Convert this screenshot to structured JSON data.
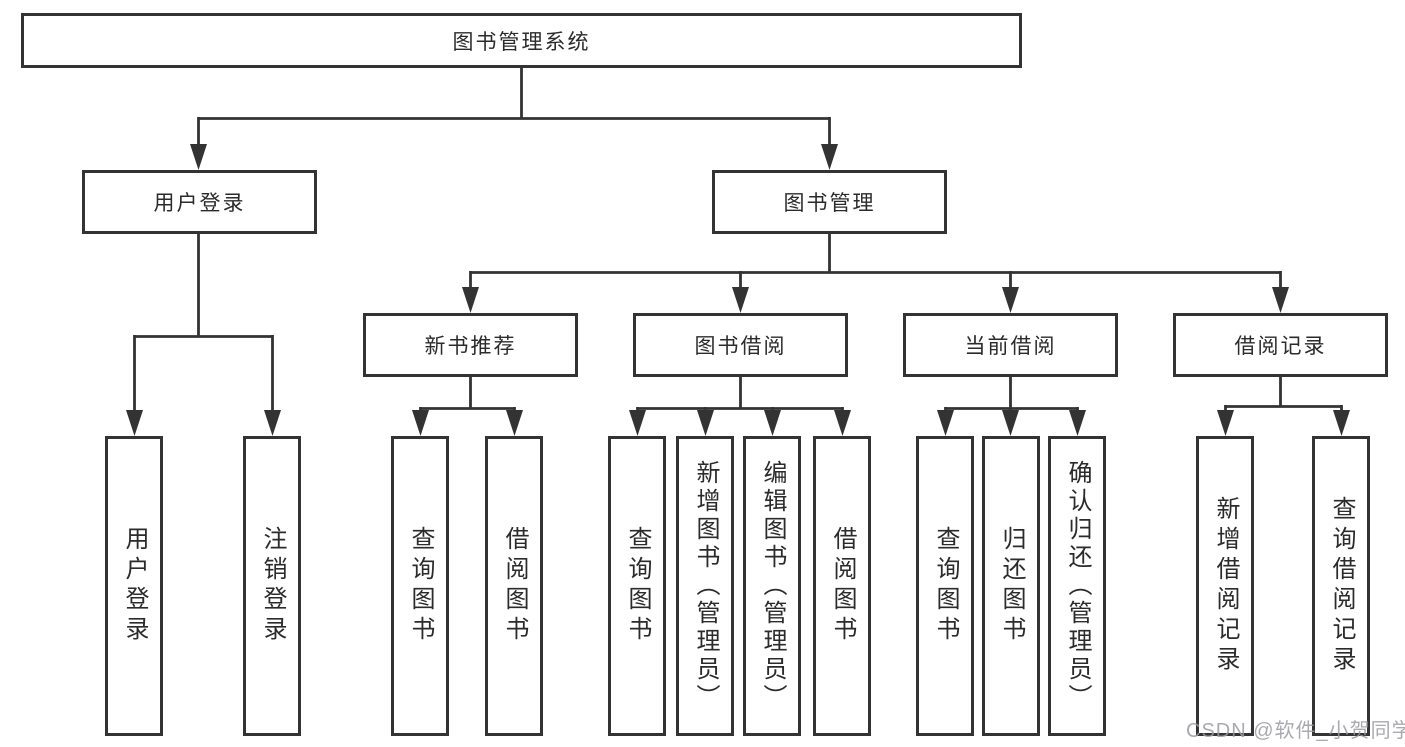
{
  "diagram": {
    "root": {
      "label": "图书管理系统"
    },
    "level2": [
      {
        "label": "用户登录"
      },
      {
        "label": "图书管理"
      }
    ],
    "level3": [
      {
        "label": "新书推荐",
        "parent": "图书管理"
      },
      {
        "label": "图书借阅",
        "parent": "图书管理"
      },
      {
        "label": "当前借阅",
        "parent": "图书管理"
      },
      {
        "label": "借阅记录",
        "parent": "图书管理"
      }
    ],
    "leaves": [
      {
        "label": "用户登录",
        "parent": "用户登录"
      },
      {
        "label": "注销登录",
        "parent": "用户登录"
      },
      {
        "label": "查询图书",
        "parent": "新书推荐"
      },
      {
        "label": "借阅图书",
        "parent": "新书推荐"
      },
      {
        "label": "查询图书",
        "parent": "图书借阅"
      },
      {
        "label": "新增图书（管理员）",
        "parent": "图书借阅"
      },
      {
        "label": "编辑图书（管理员）",
        "parent": "图书借阅"
      },
      {
        "label": "借阅图书",
        "parent": "图书借阅"
      },
      {
        "label": "查询图书",
        "parent": "当前借阅"
      },
      {
        "label": "归还图书",
        "parent": "当前借阅"
      },
      {
        "label": "确认归还（管理员）",
        "parent": "当前借阅"
      },
      {
        "label": "新增借阅记录",
        "parent": "借阅记录"
      },
      {
        "label": "查询借阅记录",
        "parent": "借阅记录"
      }
    ]
  },
  "watermark": {
    "text": "CSDN @软件_小贺同学"
  },
  "colors": {
    "line": "#333333",
    "text": "#2b2b2b",
    "background": "#ffffff",
    "watermark": "#9a9aa2"
  }
}
